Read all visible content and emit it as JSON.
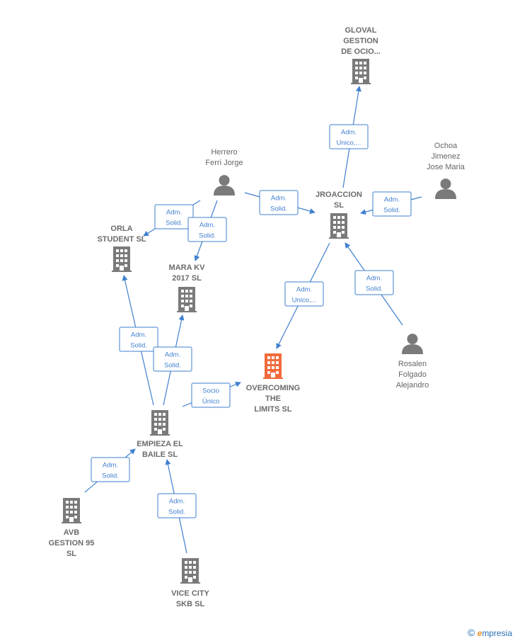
{
  "colors": {
    "edge": "#3f7fcf",
    "node": "#7a7a7a",
    "focus": "#f26a3b"
  },
  "nodes": [
    {
      "id": "gloval",
      "type": "company",
      "lines": [
        "GLOVAL",
        "GESTION",
        "DE OCIO..."
      ]
    },
    {
      "id": "herrero",
      "type": "person",
      "lines": [
        "Herrero",
        "Ferri Jorge"
      ]
    },
    {
      "id": "ochoa",
      "type": "person",
      "lines": [
        "Ochoa",
        "Jimenez",
        "Jose Maria"
      ]
    },
    {
      "id": "jroaccion",
      "type": "company",
      "lines": [
        "JROACCION",
        "SL"
      ]
    },
    {
      "id": "orla",
      "type": "company",
      "lines": [
        "ORLA",
        "STUDENT  SL"
      ]
    },
    {
      "id": "marakv",
      "type": "company",
      "lines": [
        "MARA KV",
        "2017  SL"
      ]
    },
    {
      "id": "overcoming",
      "type": "company",
      "focus": true,
      "lines": [
        "OVERCOMING",
        "THE",
        "LIMITS  SL"
      ]
    },
    {
      "id": "rosalen",
      "type": "person",
      "lines": [
        "Rosalen",
        "Folgado",
        "Alejandro"
      ]
    },
    {
      "id": "empieza",
      "type": "company",
      "lines": [
        "EMPIEZA EL",
        "BAILE  SL"
      ]
    },
    {
      "id": "avb",
      "type": "company",
      "lines": [
        "AVB",
        "GESTION 95",
        "SL"
      ]
    },
    {
      "id": "vicecity",
      "type": "company",
      "lines": [
        "VICE CITY",
        "SKB  SL"
      ]
    }
  ],
  "edges": [
    {
      "id": "jro-gloval",
      "lines": [
        "Adm.",
        "Unico,..."
      ]
    },
    {
      "id": "herrero-jro",
      "lines": [
        "Adm.",
        "Solid."
      ]
    },
    {
      "id": "ochoa-jro",
      "lines": [
        "Adm.",
        "Solid."
      ]
    },
    {
      "id": "herrero-orla",
      "lines": [
        "Adm.",
        "Solid."
      ]
    },
    {
      "id": "herrero-mara",
      "lines": [
        "Adm.",
        "Solid."
      ]
    },
    {
      "id": "jro-overcoming",
      "lines": [
        "Adm.",
        "Unico,..."
      ]
    },
    {
      "id": "rosalen-jro",
      "lines": [
        "Adm.",
        "Solid."
      ]
    },
    {
      "id": "empieza-orla",
      "lines": [
        "Adm.",
        "Solid."
      ]
    },
    {
      "id": "empieza-mara",
      "lines": [
        "Adm.",
        "Solid."
      ]
    },
    {
      "id": "empieza-overcoming",
      "lines": [
        "Socio",
        "Único"
      ]
    },
    {
      "id": "avb-empieza",
      "lines": [
        "Adm.",
        "Solid."
      ]
    },
    {
      "id": "vice-empieza",
      "lines": [
        "Adm.",
        "Solid."
      ]
    }
  ],
  "brand": {
    "copyright": "©",
    "name_first": "e",
    "name_rest": "mpresia"
  }
}
